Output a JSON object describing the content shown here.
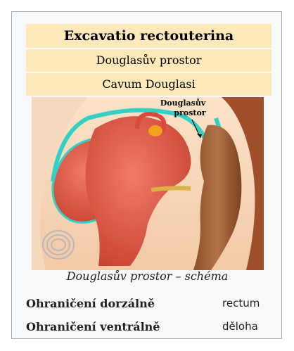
{
  "infobox": {
    "title": "Excavatio rectouterina",
    "subtitle_czech": "Douglasův prostor",
    "subtitle_latin": "Cavum Douglasi",
    "image_label_line1": "Douglasův",
    "image_label_line2": "prostor",
    "caption": "Douglasův prostor – schéma",
    "rows": [
      {
        "label": "Ohraničení dorzálně",
        "value": "rectum"
      },
      {
        "label": "Ohraničení ventrálně",
        "value": "děloha"
      }
    ]
  },
  "colors": {
    "header_bg": "#fde9b9",
    "box_bg": "#f8f9fa",
    "box_border": "#a2a9b1",
    "peritoneum": "#33d1c4",
    "uterus": "#e05c4a",
    "rectum": "#a0643c"
  }
}
